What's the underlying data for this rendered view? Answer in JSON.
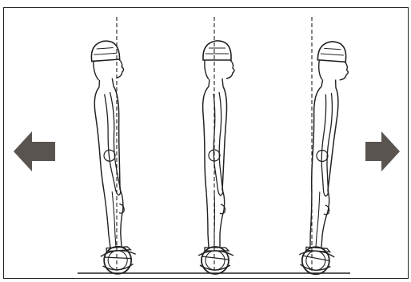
{
  "diagram": {
    "left_arrow": {
      "direction": "left",
      "color": "#5a5451"
    },
    "right_arrow": {
      "direction": "right",
      "color": "#5a5451"
    },
    "figures": [
      {
        "posture": "leaning-back",
        "icon": "rider-on-hoverboard-icon"
      },
      {
        "posture": "upright",
        "icon": "rider-on-hoverboard-icon"
      },
      {
        "posture": "leaning-forward",
        "icon": "rider-on-hoverboard-icon"
      }
    ],
    "line_color": "#222222",
    "ground_color": "#222222"
  }
}
